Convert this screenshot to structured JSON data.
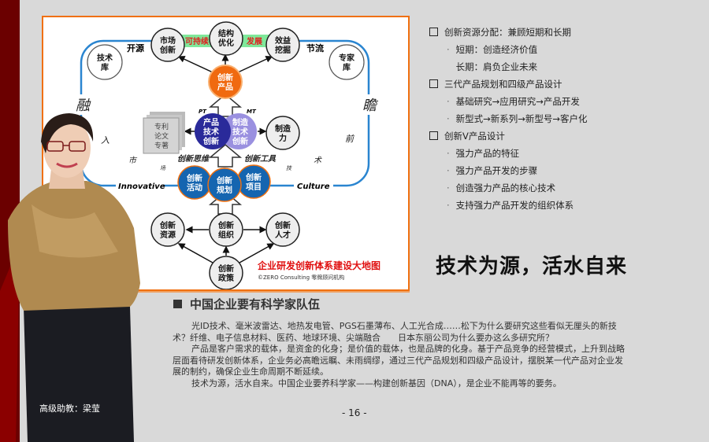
{
  "diagram": {
    "nodes": {
      "market": [
        "市场",
        "创新"
      ],
      "structure": [
        "结构",
        "优化"
      ],
      "benefit": [
        "效益",
        "挖掘"
      ],
      "techlib": [
        "技术",
        "库"
      ],
      "expertlib": [
        "专家",
        "库"
      ],
      "product": [
        "创新",
        "产品"
      ],
      "pt": [
        "产品",
        "技术",
        "创新"
      ],
      "mt": [
        "制造",
        "技术",
        "创新"
      ],
      "mfg": [
        "制造",
        "力"
      ],
      "docs": [
        "专利",
        "论文",
        "专著"
      ],
      "activity": [
        "创新",
        "活动"
      ],
      "planning": [
        "创新",
        "规划"
      ],
      "project": [
        "创新",
        "项目"
      ],
      "resource": [
        "创新",
        "资源"
      ],
      "org": [
        "创新",
        "组织"
      ],
      "talent": [
        "创新",
        "人才"
      ],
      "policy": [
        "创新",
        "政策"
      ]
    },
    "band_left": "可持续",
    "band_right": "发展",
    "open_source": "开源",
    "cut_cost": "节流",
    "pt_label": "PT",
    "mt_label": "MT",
    "thinking": "创新思维",
    "tools": "创新工具",
    "innovative": "Innovative",
    "culture": "Culture",
    "left_chars": [
      "融",
      "入",
      "市",
      "场"
    ],
    "right_chars": [
      "瞻",
      "前",
      "术",
      "技"
    ],
    "title": "企业研发创新体系建设大地图",
    "copyright": "©ZERO Consulting  零牌顾问机构"
  },
  "bullets": [
    {
      "level": 1,
      "text": "创新资源分配：兼顾短期和长期"
    },
    {
      "level": 2,
      "text": "短期：创造经济价值",
      "dot": true
    },
    {
      "level": 2,
      "text": "长期：肩负企业未来",
      "dot": false
    },
    {
      "level": 1,
      "text": "三代产品规划和四级产品设计"
    },
    {
      "level": 2,
      "text": "基础研究→应用研究→产品开发",
      "dot": true
    },
    {
      "level": 2,
      "text": "新型式→新系列→新型号→客户化",
      "dot": true
    },
    {
      "level": 1,
      "text": "创新V产品设计"
    },
    {
      "level": 2,
      "text": "强力产品的特征",
      "dot": true
    },
    {
      "level": 2,
      "text": "强力产品开发的步骤",
      "dot": true
    },
    {
      "level": 2,
      "text": "创造强力产品的核心技术",
      "dot": true
    },
    {
      "level": 2,
      "text": "支持强力产品开发的组织体系",
      "dot": true
    }
  ],
  "slogan": "技术为源，活水自来",
  "section_title": "中国企业要有科学家队伍",
  "paragraphs": [
    "光ID技术、毫米波雷达、地热发电管、PGS石墨薄布、人工光合成……松下为什么要研究这些看似无厘头的新技术？纤维、电子信息材料、医药、地球环境、尖端融合　　日本东丽公司为什么要办这么多研究所？",
    "产品是客户需求的载体，是资金的化身；是价值的载体，也是品牌的化身。基于产品竞争的经营模式，上升到战略层面看待研发创新体系，企业务必高瞻远瞩、未雨绸缪，通过三代产品规划和四级产品设计，摆脱某一代产品对企业发展的制约，确保企业生命周期不断延续。",
    "技术为源，活水自来。中国企业要养科学家——构建创新基因（DNA），是企业不能再等的要务。"
  ],
  "caption": "高级助教：梁莹",
  "page_number": "- 16 -",
  "colors": {
    "accent": "#f07010",
    "blue": "#1a6fc0",
    "dark_red": "#6b0000"
  }
}
